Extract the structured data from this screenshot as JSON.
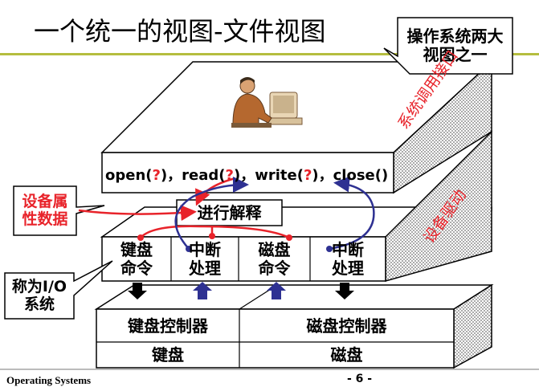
{
  "title": "一个统一的视图-文件视图",
  "callout_top_right": {
    "line1": "操作系统两大",
    "line2": "视图之一"
  },
  "api_call": {
    "parts": [
      "open(",
      "?",
      ")，read(",
      "?",
      ")，write(",
      "?",
      ")，close()"
    ]
  },
  "layer_labels": {
    "syscall": "系统调用接口",
    "driver": "设备驱动"
  },
  "interpret_box": "进行解释",
  "callout_device_attrs": {
    "line1": "设备属",
    "line2": "性数据"
  },
  "callout_io_system": {
    "line1": "称为I/O",
    "line2": "系统"
  },
  "driver_cells": [
    {
      "line1": "键盘",
      "line2": "命令"
    },
    {
      "line1": "中断",
      "line2": "处理"
    },
    {
      "line1": "磁盘",
      "line2": "命令"
    },
    {
      "line1": "中断",
      "line2": "处理"
    }
  ],
  "controllers": [
    "键盘控制器",
    "磁盘控制器"
  ],
  "devices": [
    "键盘",
    "磁盘"
  ],
  "footer": {
    "left": "Operating Systems",
    "right": "- 6 -"
  },
  "colors": {
    "accent_rule": "#b5bd3f",
    "red": "#e8232a",
    "blue_arrow": "#2e3192",
    "hatch": "#777777"
  }
}
